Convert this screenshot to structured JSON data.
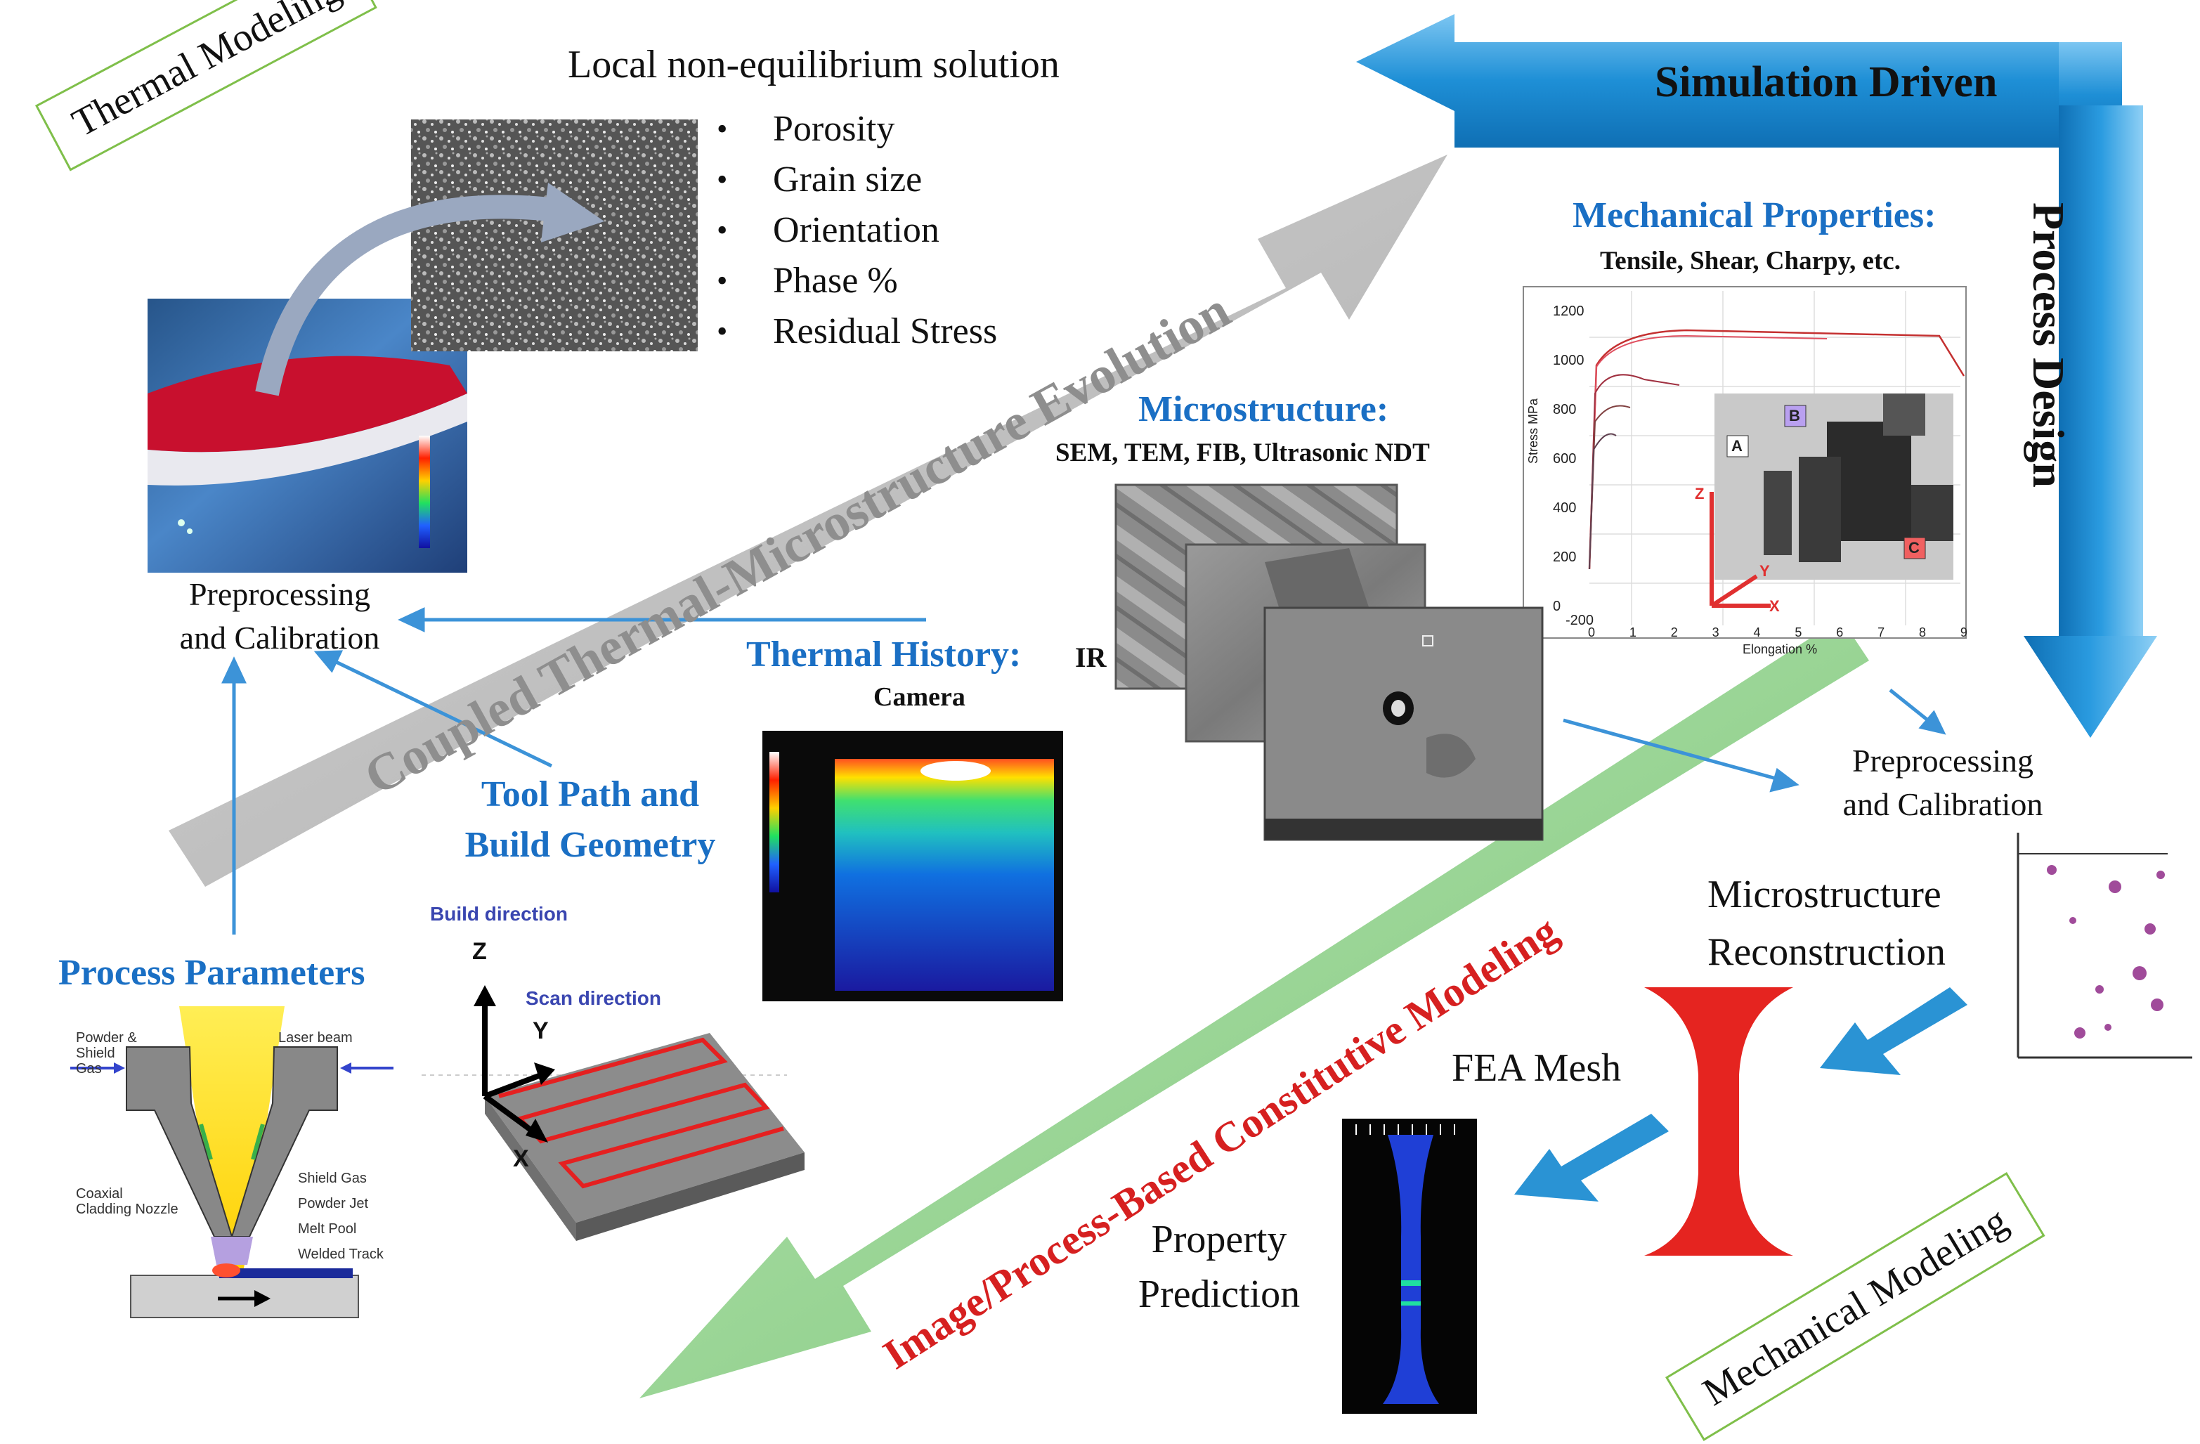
{
  "labels": {
    "thermal_modeling": "Thermal Modeling",
    "local_solution_title": "Local non-equilibrium solution",
    "local_solution_items": [
      "Porosity",
      "Grain size",
      "Orientation",
      "Phase %",
      "Residual Stress"
    ],
    "simulation_driven": "Simulation Driven",
    "process_design": "Process Design",
    "coupled_evolution": "Coupled Thermal-Microstructure Evolution",
    "mech_props_title": "Mechanical Properties:",
    "mech_props_sub": "Tensile, Shear, Charpy, etc.",
    "microstructure_title": "Microstructure:",
    "microstructure_sub": "SEM, TEM, FIB, Ultrasonic NDT",
    "thermal_history_title": "Thermal History:",
    "thermal_history_sub_a": "IR",
    "thermal_history_sub_b": "Camera",
    "preprocessing_left_1": "Preprocessing",
    "preprocessing_left_2": "and Calibration",
    "preprocessing_right_1": "Preprocessing",
    "preprocessing_right_2": "and Calibration",
    "tool_path_1": "Tool Path and",
    "tool_path_2": "Build Geometry",
    "process_parameters": "Process Parameters",
    "image_process_modeling": "Image/Process-Based Constitutive Modeling",
    "micro_reconstruction_1": "Microstructure",
    "micro_reconstruction_2": "Reconstruction",
    "fea_mesh": "FEA Mesh",
    "property_prediction_1": "Property",
    "property_prediction_2": "Prediction",
    "mechanical_modeling": "Mechanical Modeling"
  },
  "nozzle_labels": {
    "powder_shield_gas": "Powder &\nShield\nGas",
    "laser_beam": "Laser beam",
    "coaxial_nozzle": "Coaxial\nCladding Nozzle",
    "shield_gas": "Shield Gas",
    "powder_jet": "Powder Jet",
    "melt_pool": "Melt Pool",
    "welded_track": "Welded Track"
  },
  "toolpath_labels": {
    "build_direction": "Build direction",
    "scan_direction": "Scan direction",
    "z": "Z",
    "y": "Y",
    "x": "X"
  },
  "tensile_chart": {
    "y_ticks": [
      "1200",
      "1000",
      "800",
      "600",
      "400",
      "200",
      "0",
      "-200"
    ],
    "x_ticks": [
      "0",
      "1",
      "2",
      "3",
      "4",
      "5",
      "6",
      "7",
      "8",
      "9"
    ],
    "ylabel": "Stress MPa",
    "xlabel": "Elongation %",
    "inset_labels": [
      "A",
      "B",
      "C",
      "Z",
      "Y",
      "X"
    ]
  },
  "colors": {
    "blue_arrow": "#1e8fd6",
    "gray_arrow": "#bdbdbd",
    "green_arrow": "#8fd08a",
    "title_blue": "#1a6fc4",
    "label_red": "#d62020",
    "label_gray": "#8e8e8e",
    "box_border": "#7fbf4a"
  }
}
